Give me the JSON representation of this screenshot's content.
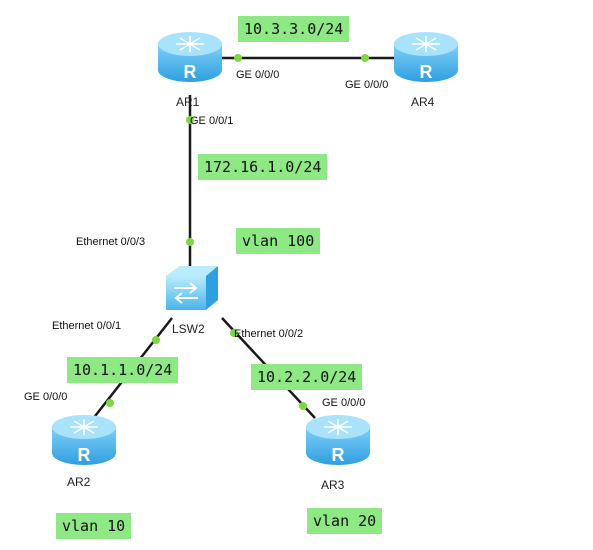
{
  "devices": {
    "ar1": {
      "label": "AR1",
      "glyph": "R"
    },
    "ar2": {
      "label": "AR2",
      "glyph": "R"
    },
    "ar3": {
      "label": "AR3",
      "glyph": "R"
    },
    "ar4": {
      "label": "AR4",
      "glyph": "R"
    },
    "lsw2": {
      "label": "LSW2"
    }
  },
  "ports": {
    "ar1_ge000": "GE 0/0/0",
    "ar4_ge000": "GE 0/0/0",
    "ar1_ge001": "GE 0/0/1",
    "lsw2_eth003": "Ethernet 0/0/3",
    "lsw2_eth001": "Ethernet 0/0/1",
    "lsw2_eth002": "Ethernet 0/0/2",
    "ar2_ge000": "GE 0/0/0",
    "ar3_ge000": "GE 0/0/0"
  },
  "networks": {
    "ar1_ar4": "10.3.3.0/24",
    "ar1_lsw2": "172.16.1.0/24",
    "lsw2_ar2": "10.1.1.0/24",
    "lsw2_ar3": "10.2.2.0/24"
  },
  "vlans": {
    "uplink": "vlan 100",
    "ar2_side": "vlan 10",
    "ar3_side": "vlan 20"
  },
  "colors": {
    "router_body": "#4fb8f0",
    "router_top": "#a8e2fb",
    "switch_body": "#5cc0ef",
    "link": "#1a1a1a",
    "port_dot": "#7ed640",
    "tag_bg": "#8ee884"
  }
}
